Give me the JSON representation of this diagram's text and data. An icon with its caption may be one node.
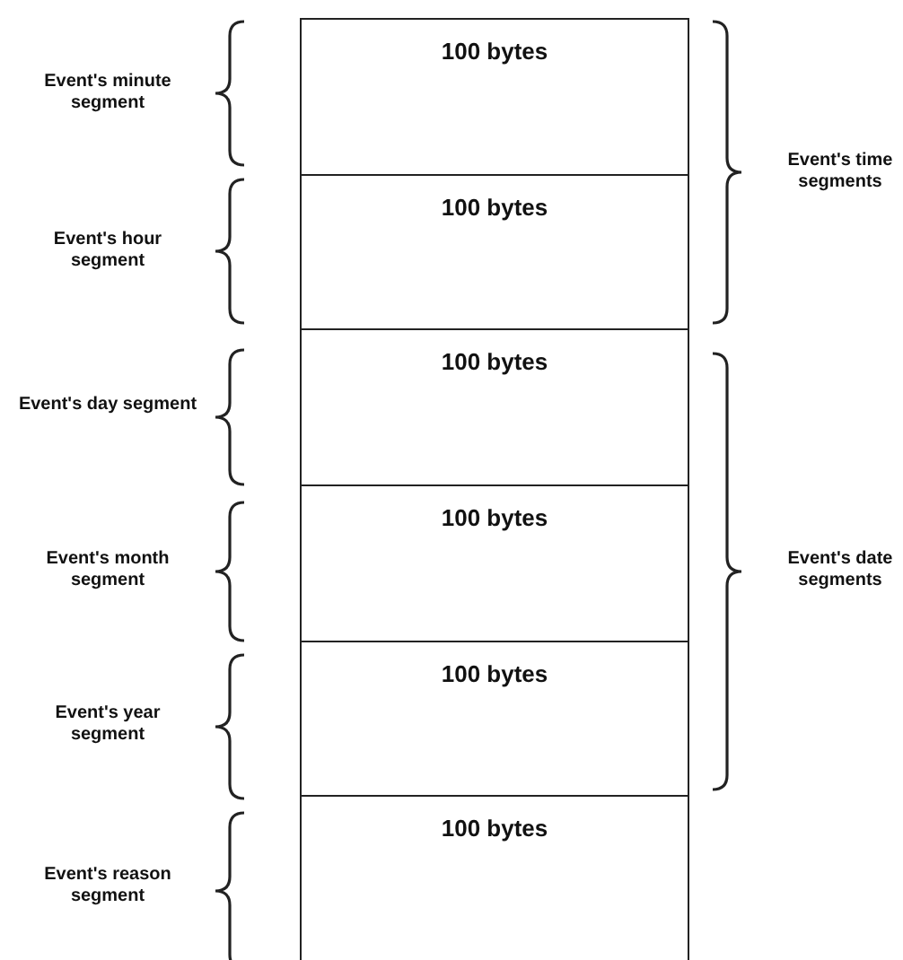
{
  "diagram": {
    "nodes": [
      {
        "text": [
          "100 bytes"
        ]
      },
      {
        "text": [
          "100 bytes"
        ]
      },
      {
        "text": [
          "100 bytes"
        ]
      },
      {
        "text": [
          "100 bytes"
        ]
      },
      {
        "text": [
          "100 bytes"
        ]
      },
      {
        "text": [
          "100 bytes"
        ]
      }
    ],
    "labels": [
      "Event's minute segment",
      "Event's time segments",
      "Event's hour segment",
      "Event's day segment",
      "Event's month segment",
      "Event's date segments",
      "Event's year segment",
      "Event's reason segment"
    ]
  }
}
